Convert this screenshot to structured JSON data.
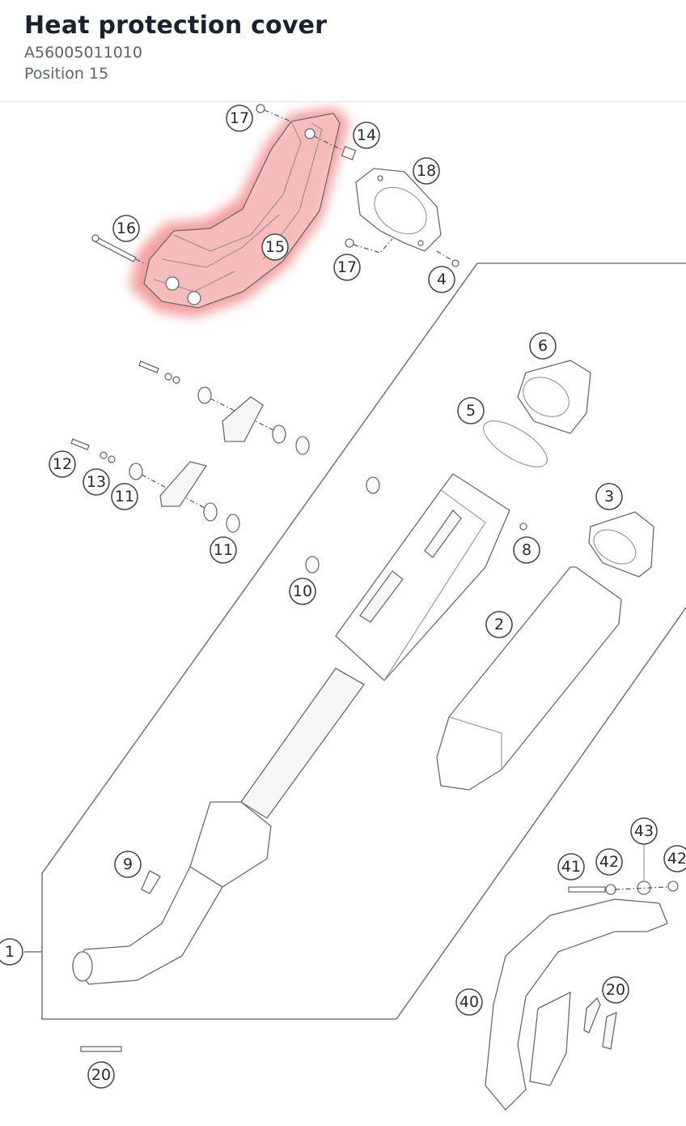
{
  "header": {
    "title": "Heat protection cover",
    "part_number": "A56005011010",
    "position": "Position 15"
  },
  "highlight_color": "#f08080",
  "callouts": [
    {
      "id": "c17a",
      "label": "17"
    },
    {
      "id": "c14",
      "label": "14"
    },
    {
      "id": "c18",
      "label": "18"
    },
    {
      "id": "c16",
      "label": "16"
    },
    {
      "id": "c15",
      "label": "15"
    },
    {
      "id": "c17b",
      "label": "17"
    },
    {
      "id": "c4",
      "label": "4"
    },
    {
      "id": "c6",
      "label": "6"
    },
    {
      "id": "c5",
      "label": "5"
    },
    {
      "id": "c12",
      "label": "12"
    },
    {
      "id": "c13",
      "label": "13"
    },
    {
      "id": "c11a",
      "label": "11"
    },
    {
      "id": "c11b",
      "label": "11"
    },
    {
      "id": "c3",
      "label": "3"
    },
    {
      "id": "c8",
      "label": "8"
    },
    {
      "id": "c10",
      "label": "10"
    },
    {
      "id": "c2",
      "label": "2"
    },
    {
      "id": "c9",
      "label": "9"
    },
    {
      "id": "c1",
      "label": "1"
    },
    {
      "id": "c43",
      "label": "43"
    },
    {
      "id": "c41",
      "label": "41"
    },
    {
      "id": "c42a",
      "label": "42"
    },
    {
      "id": "c42b",
      "label": "42"
    },
    {
      "id": "c20a",
      "label": "20"
    },
    {
      "id": "c40",
      "label": "40"
    },
    {
      "id": "c20b",
      "label": "20"
    }
  ]
}
